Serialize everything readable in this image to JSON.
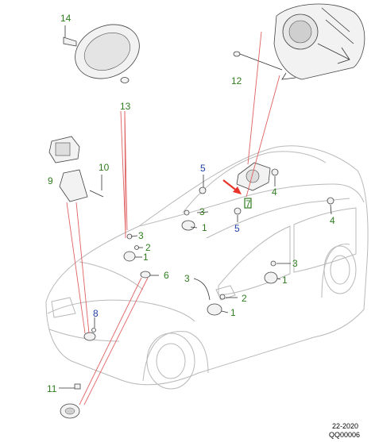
{
  "callouts": {
    "c14": "14",
    "c13": "13",
    "c12": "12",
    "c9": "9",
    "c10": "10",
    "c5a": "5",
    "c7": "7",
    "c4a": "4",
    "c3a": "3",
    "c1a": "1",
    "c5b": "5",
    "c4b": "4",
    "c3b": "3",
    "c2a": "2",
    "c1b": "1",
    "c6": "6",
    "c3c": "3",
    "c1c": "1",
    "c3d": "3",
    "c2b": "2",
    "c1d": "1",
    "c8": "8",
    "c11": "11"
  },
  "footer": {
    "date": "22-2020",
    "code": "QQ00006"
  },
  "colors": {
    "green_label": "#2e7d1e",
    "blue_label": "#1f3fa8",
    "red_line": "#e06060",
    "arrow": "#e8342b",
    "highlight_box": "#2e7d1e"
  }
}
